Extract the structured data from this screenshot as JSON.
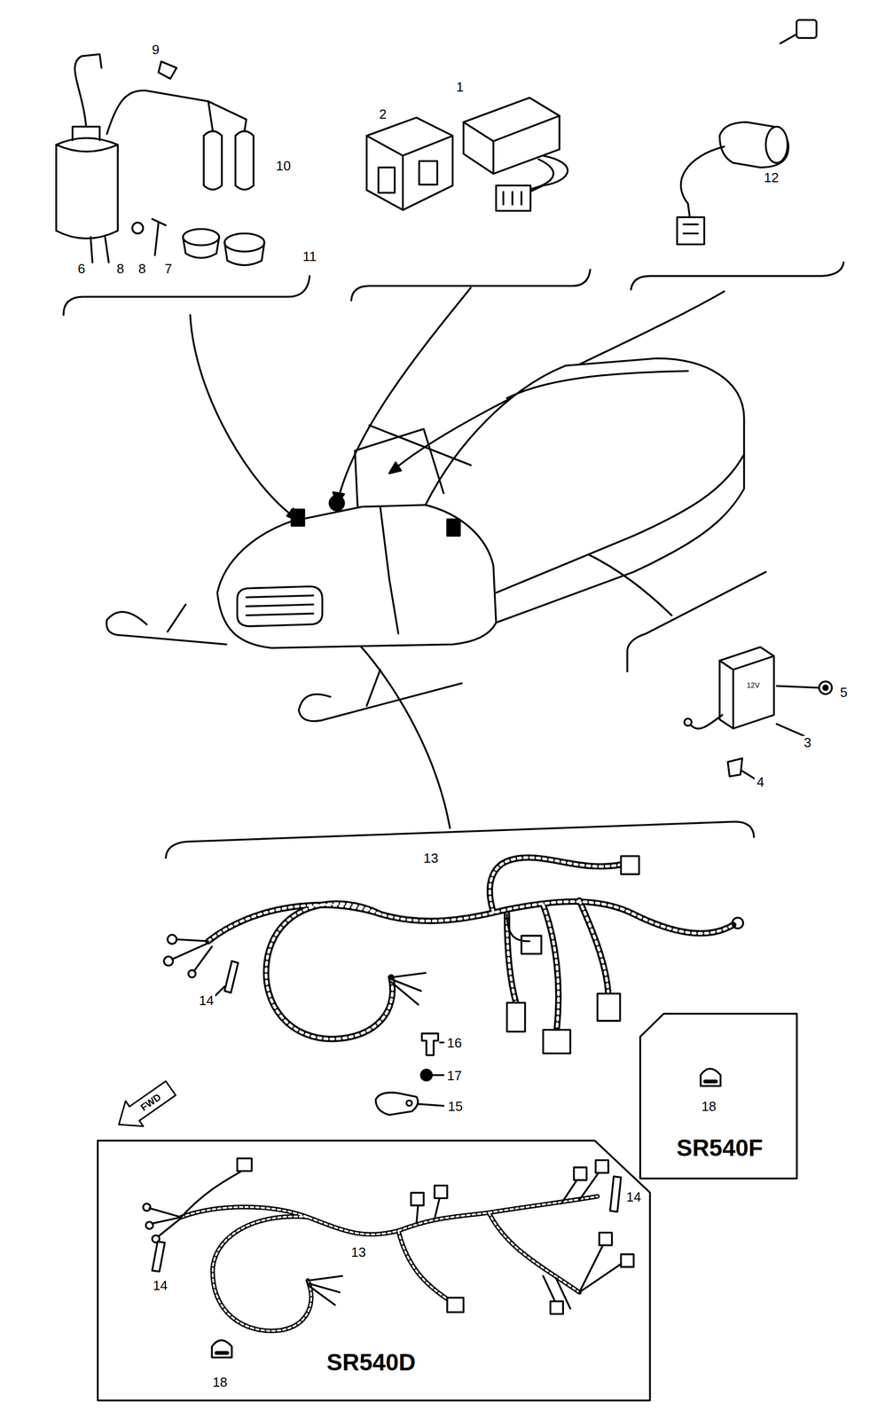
{
  "diagram": {
    "nodes": [
      {
        "text": [
          "SR540F"
        ]
      },
      {
        "text": [
          "SR540D"
        ]
      },
      {
        "text": [
          "FWD"
        ]
      }
    ],
    "labels": [
      "9",
      "1",
      "2",
      "10",
      "6",
      "8",
      "8",
      "7",
      "11",
      "12",
      "12V",
      "5",
      "3",
      "4",
      "13",
      "14",
      "16",
      "17",
      "15",
      "18",
      "13",
      "14",
      "14",
      "18"
    ]
  }
}
